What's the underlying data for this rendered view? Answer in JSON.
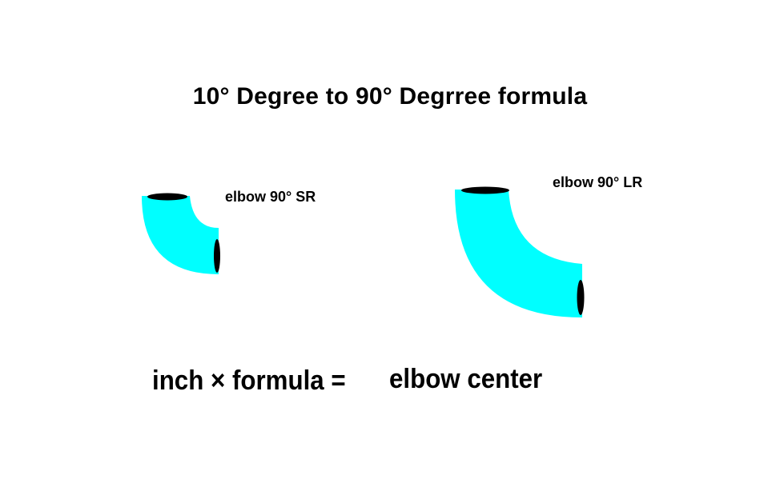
{
  "title": "10° Degree to 90° Degrree formula",
  "elbows": {
    "short_radius": {
      "label": "elbow 90° SR"
    },
    "long_radius": {
      "label": "elbow 90° LR"
    }
  },
  "formula": {
    "left": "inch × formula =",
    "right": "elbow center"
  },
  "colors": {
    "elbow_fill": "#00ffff",
    "opening": "#000000",
    "background": "#ffffff"
  }
}
